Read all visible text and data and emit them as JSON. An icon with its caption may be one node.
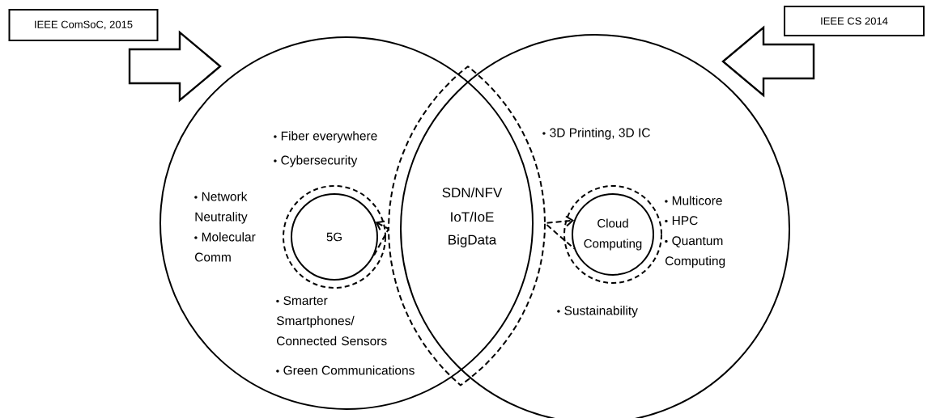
{
  "diagram": {
    "nodes": [
      {
        "text": [
          "IEEE ComSoC, 2015"
        ]
      },
      {
        "text": [
          "IEEE CS 2014"
        ]
      },
      {
        "text": [
          "Fiber everywhere",
          "Cybersecurity",
          "Network Neutrality",
          "Molecular Comm",
          "Smarter Smartphones/ Connected Sensors",
          "Green Communications"
        ]
      },
      {
        "text": [
          "3D Printing, 3D IC",
          "Multicore",
          "HPC",
          "Quantum Computing",
          "Sustainability"
        ]
      },
      {
        "text": [
          "5G"
        ],
        "in": 2
      },
      {
        "text": [
          "Cloud Computing"
        ],
        "in": 3
      }
    ],
    "edges": [
      {
        "from": 0,
        "to": 2,
        "arrow": "to",
        "style": "thick"
      },
      {
        "from": 1,
        "to": 3,
        "arrow": "to",
        "style": "thick"
      },
      {
        "from": 4,
        "to": 5,
        "arrow": "both",
        "style": "dashed"
      },
      {
        "from": 4,
        "to": 5,
        "arrow": "none",
        "style": "dashed"
      }
    ],
    "labels": [
      "SDN/NFV",
      "IoT/IoE",
      "BigData"
    ]
  }
}
